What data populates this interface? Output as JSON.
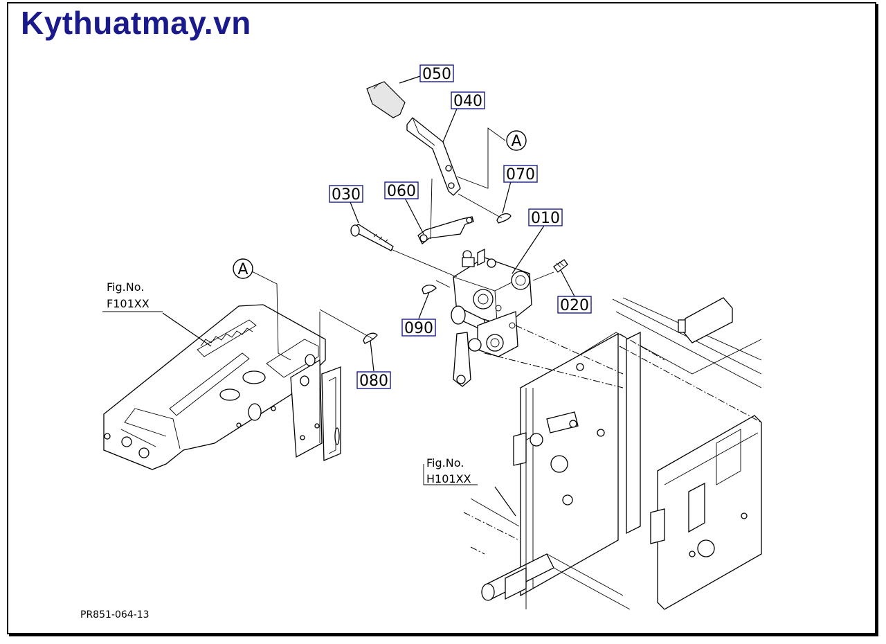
{
  "brand": {
    "text": "Kythuatmay.vn",
    "color": "#1a1a8c"
  },
  "part_labels": [
    {
      "id": "p050",
      "text": "050"
    },
    {
      "id": "p040",
      "text": "040"
    },
    {
      "id": "p070",
      "text": "070"
    },
    {
      "id": "p030",
      "text": "030"
    },
    {
      "id": "p060",
      "text": "060"
    },
    {
      "id": "p010",
      "text": "010"
    },
    {
      "id": "p020",
      "text": "020"
    },
    {
      "id": "p090",
      "text": "090"
    },
    {
      "id": "p080",
      "text": "080"
    }
  ],
  "refs": {
    "a_top": "A",
    "a_left": "A"
  },
  "fig_refs": {
    "f101": {
      "line1": "Fig.No.",
      "line2": "F101XX"
    },
    "h101": {
      "line1": "Fig.No.",
      "line2": "H101XX"
    }
  },
  "drawing_code": "PR851-064-13"
}
